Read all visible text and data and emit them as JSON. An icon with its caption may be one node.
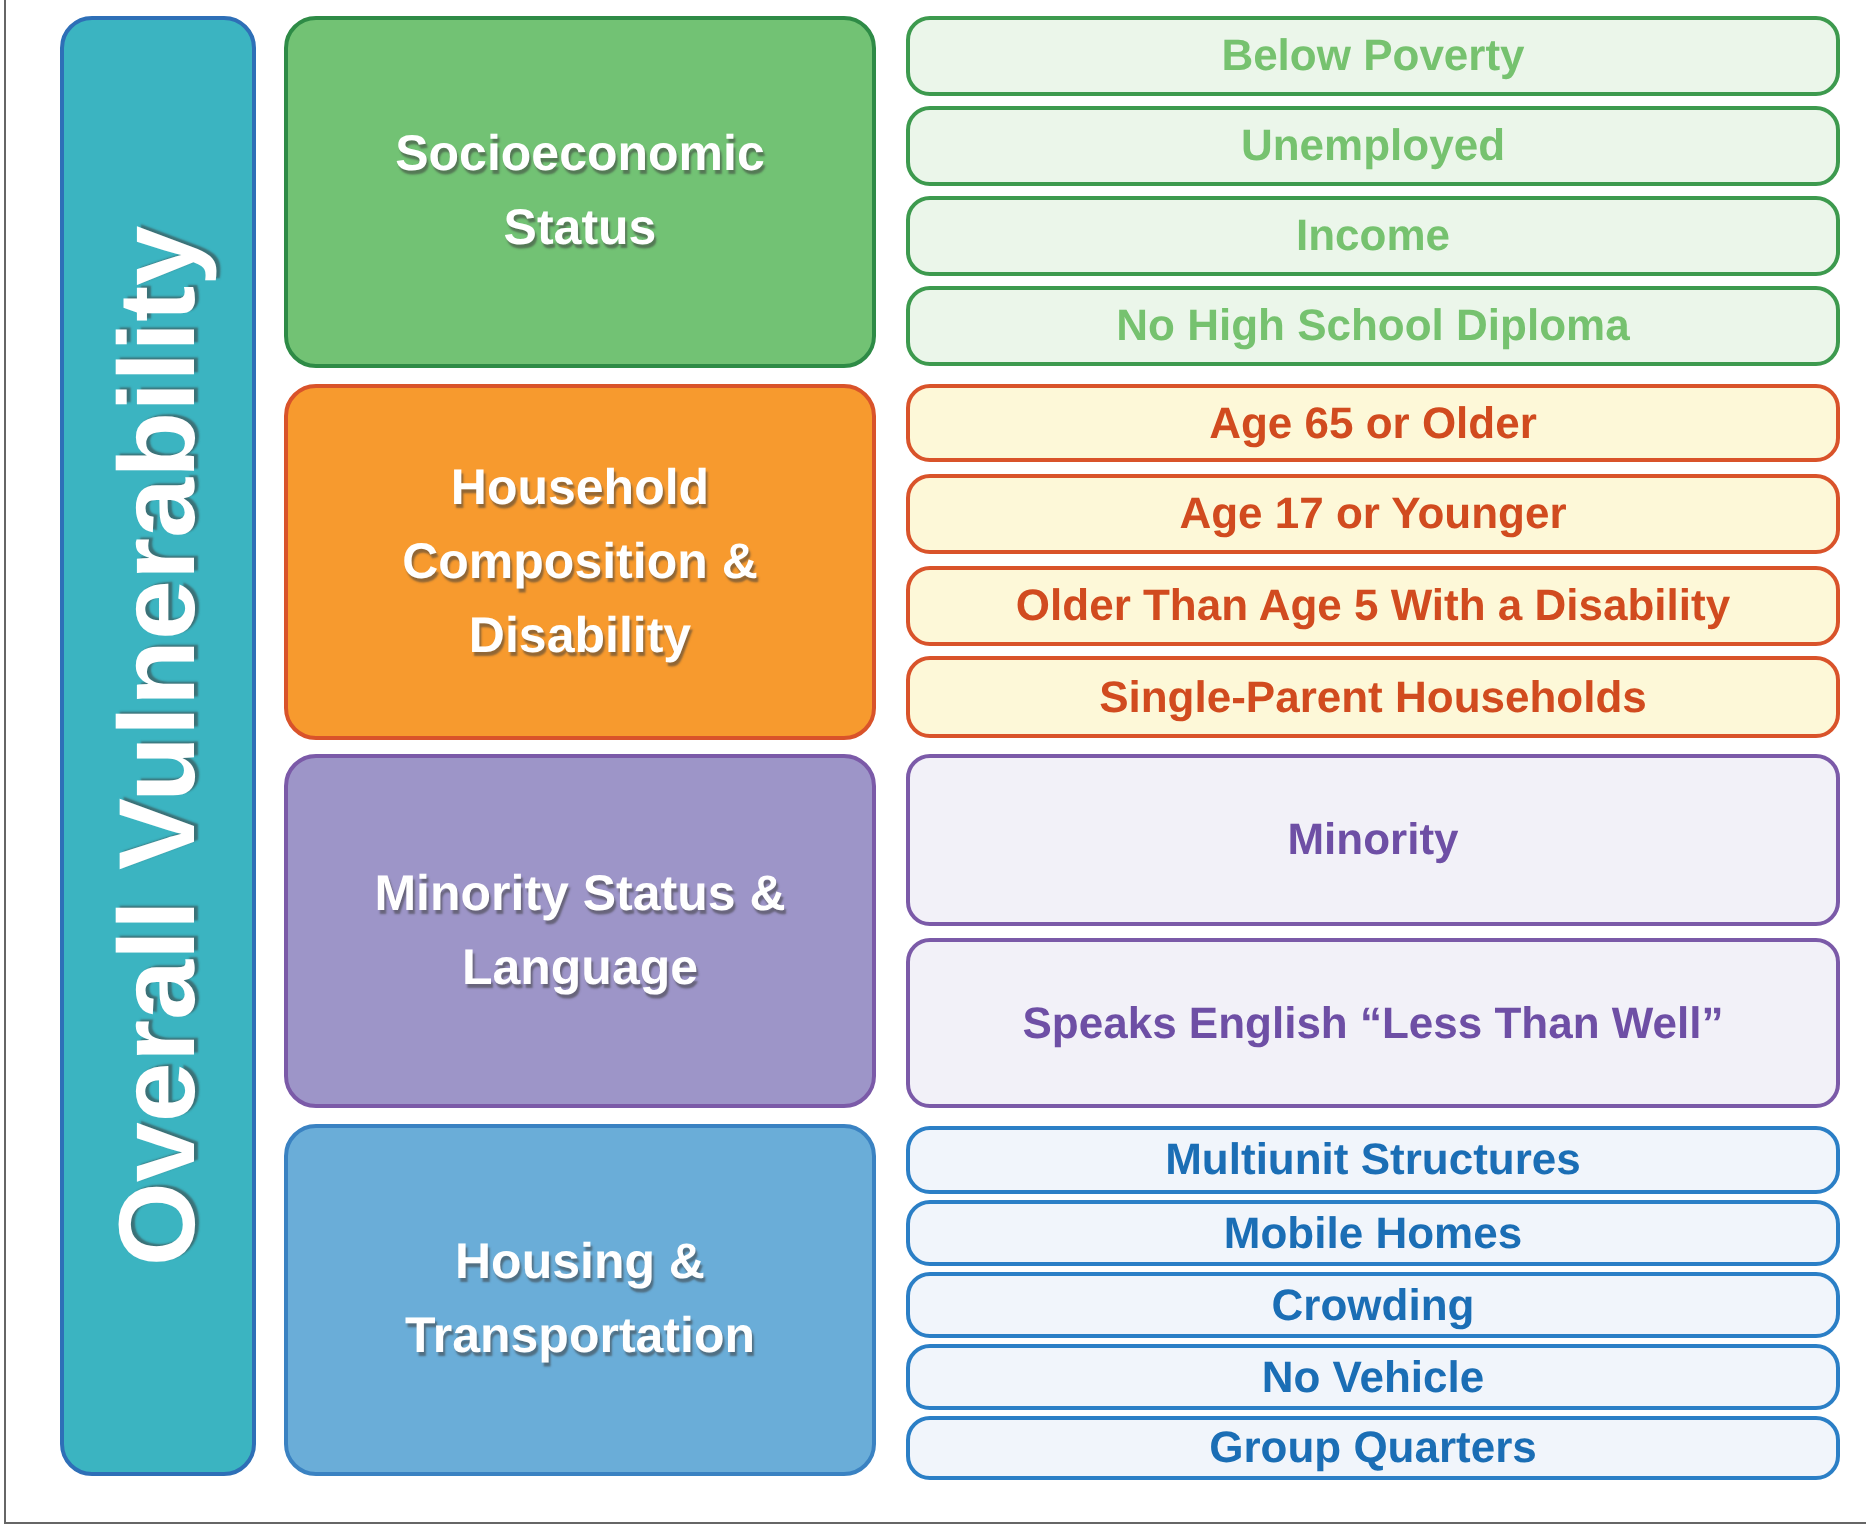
{
  "diagram": {
    "nodes": [
      {
        "text": [
          "Overall Vulnerability"
        ]
      },
      {
        "text": [
          "Socioeconomic Status"
        ]
      },
      {
        "text": [
          "Household Composition & Disability"
        ]
      },
      {
        "text": [
          "Minority Status & Language"
        ]
      },
      {
        "text": [
          "Housing & Transportation"
        ]
      },
      {
        "text": [
          "Below Poverty"
        ]
      },
      {
        "text": [
          "Unemployed"
        ]
      },
      {
        "text": [
          "Income"
        ]
      },
      {
        "text": [
          "No High School Diploma"
        ]
      },
      {
        "text": [
          "Age 65 or Older"
        ]
      },
      {
        "text": [
          "Age 17 or Younger"
        ]
      },
      {
        "text": [
          "Older Than Age 5 With a Disability"
        ]
      },
      {
        "text": [
          "Single-Parent Households"
        ]
      },
      {
        "text": [
          "Minority"
        ]
      },
      {
        "text": [
          "Speaks English “Less Than Well”"
        ]
      },
      {
        "text": [
          "Multiunit Structures"
        ]
      },
      {
        "text": [
          "Mobile Homes"
        ]
      },
      {
        "text": [
          "Crowding"
        ]
      },
      {
        "text": [
          "No Vehicle"
        ]
      },
      {
        "text": [
          "Group Quarters"
        ]
      }
    ]
  }
}
